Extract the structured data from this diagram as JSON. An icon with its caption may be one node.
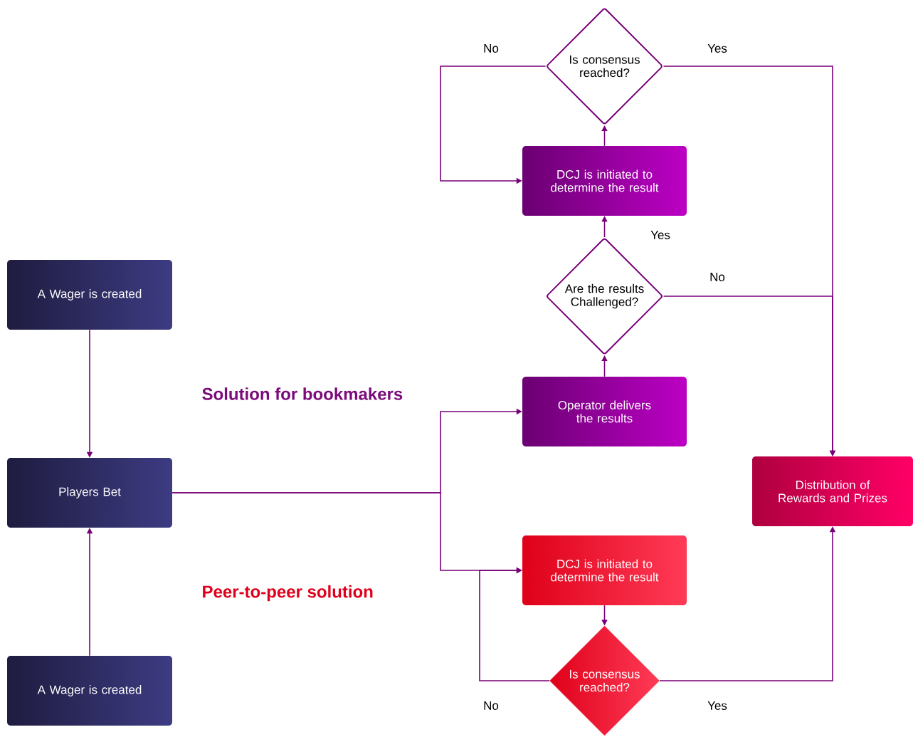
{
  "diagram": {
    "nodes": [
      {
        "text": [
          "Is consensus reached?"
        ]
      },
      {
        "text": [
          "DCJ is initiated to determine the result"
        ]
      },
      {
        "text": [
          "Are the results Challenged?"
        ]
      },
      {
        "text": [
          "A Wager is created"
        ]
      },
      {
        "text": [
          "Operator delivers the results"
        ]
      },
      {
        "text": [
          "Players Bet"
        ]
      },
      {
        "text": [
          "Distribution of Rewards and Prizes"
        ]
      },
      {
        "text": [
          "DCJ is initiated to determine the result"
        ]
      },
      {
        "text": [
          "A Wager is created"
        ]
      },
      {
        "text": [
          "Is consensus reached?"
        ]
      }
    ],
    "edges": [
      {
        "from": 3,
        "to": 5,
        "arrow": "to"
      },
      {
        "from": 8,
        "to": 5,
        "arrow": "to"
      },
      {
        "from": 5,
        "to": 4,
        "arrow": "to"
      },
      {
        "from": 5,
        "to": 7,
        "arrow": "to"
      },
      {
        "from": 4,
        "to": 2,
        "arrow": "to"
      },
      {
        "from": 2,
        "to": 1,
        "arrow": "to",
        "label": "Yes"
      },
      {
        "from": 1,
        "to": 0,
        "arrow": "to"
      },
      {
        "from": 0,
        "to": 1,
        "arrow": "to",
        "label": "No"
      },
      {
        "from": 0,
        "to": 6,
        "arrow": "to",
        "label": "Yes"
      },
      {
        "from": 2,
        "to": 6,
        "arrow": "to",
        "label": "No"
      },
      {
        "from": 7,
        "to": 9,
        "arrow": "to"
      },
      {
        "from": 9,
        "to": 7,
        "arrow": "to",
        "label": "No"
      },
      {
        "from": 9,
        "to": 6,
        "arrow": "to",
        "label": "Yes"
      }
    ],
    "labels": [
      "Solution for bookmakers",
      "Peer-to-peer solution"
    ]
  }
}
